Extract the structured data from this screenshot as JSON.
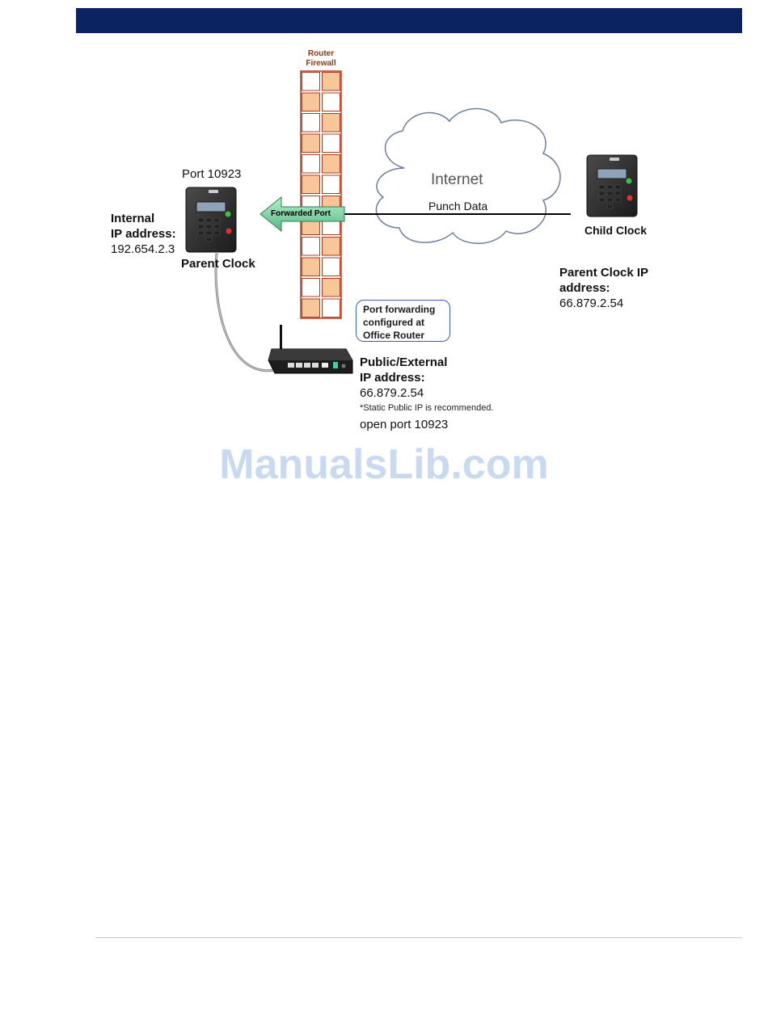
{
  "diagram": {
    "firewall_label": [
      "Router",
      "Firewall"
    ],
    "internet_label": "Internet",
    "punch_data_label": "Punch Data",
    "forwarded_port_label": "Forwarded Port",
    "parent": {
      "port_label": "Port 10923",
      "internal_ip_title": [
        "Internal",
        "IP address:"
      ],
      "internal_ip_value": "192.654.2.3",
      "name": "Parent Clock"
    },
    "child": {
      "name": "Child Clock",
      "parent_ip_title": [
        "Parent Clock IP",
        "address:"
      ],
      "parent_ip_value": "66.879.2.54"
    },
    "callout_lines": [
      "Port forwarding",
      "configured at",
      "Office Router"
    ],
    "router": {
      "public_ip_title": [
        "Public/External",
        "IP address:"
      ],
      "public_ip_value": "66.879.2.54",
      "static_note": "*Static Public IP is recommended.",
      "open_port": "open port 10923"
    }
  },
  "watermark": "ManualsLib.com",
  "colors": {
    "header": "#0b2361",
    "firewall_cell": "#f7c79a",
    "firewall_border": "#b03a20",
    "arrow_fill": "#86d9ac",
    "callout_border": "#3c5bd0"
  }
}
